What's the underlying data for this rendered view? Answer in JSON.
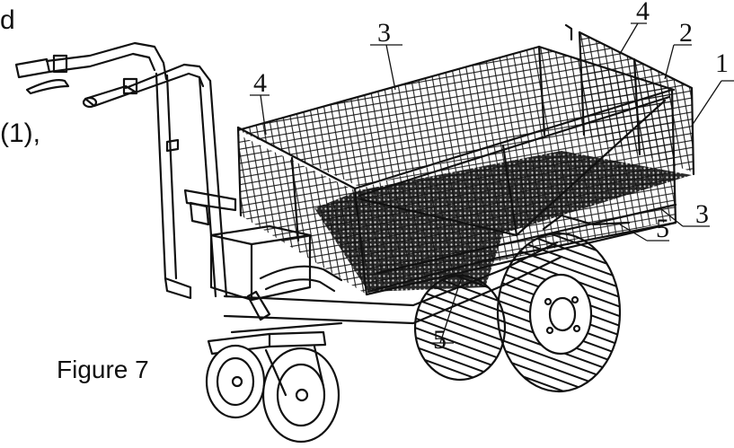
{
  "text_fragments": {
    "top_left": "d",
    "middle_left": "(1),"
  },
  "figure": {
    "caption": "Figure 7",
    "callouts": [
      {
        "id": "c1",
        "label": "1"
      },
      {
        "id": "c2",
        "label": "2"
      },
      {
        "id": "c3a",
        "label": "3"
      },
      {
        "id": "c3b",
        "label": "3"
      },
      {
        "id": "c4a",
        "label": "4"
      },
      {
        "id": "c4b",
        "label": "4"
      },
      {
        "id": "c5a",
        "label": "5"
      },
      {
        "id": "c5b",
        "label": "5"
      }
    ]
  }
}
